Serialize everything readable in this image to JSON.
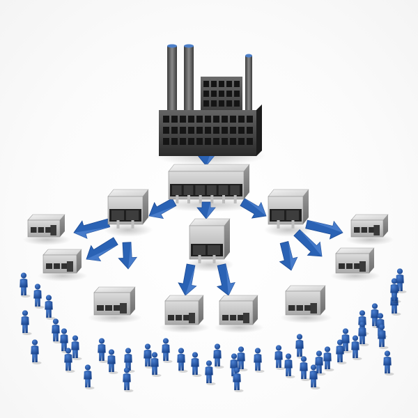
{
  "colors": {
    "background": "#ffffff",
    "arrow": "#2a62b4",
    "person": "#1f4f9e",
    "factory_dark": "#2b2b2b",
    "factory_mid": "#5a5a5a",
    "building_wall": "#cfcfcf",
    "building_roof": "#e6e6e6",
    "window": "#2f2f2f"
  },
  "icons": {
    "factory": "factory-icon",
    "warehouse": "warehouse-icon",
    "store": "store-icon",
    "arrow": "arrow-down-icon",
    "person": "person-icon"
  },
  "diagram": {
    "levels": [
      "factory",
      "central-distribution",
      "regional-warehouses",
      "retail-stores",
      "customers"
    ],
    "counts": {
      "factories": 1,
      "central_distribution_centers": 1,
      "regional_warehouses": 3,
      "retail_stores": 8,
      "customers": 44
    }
  }
}
